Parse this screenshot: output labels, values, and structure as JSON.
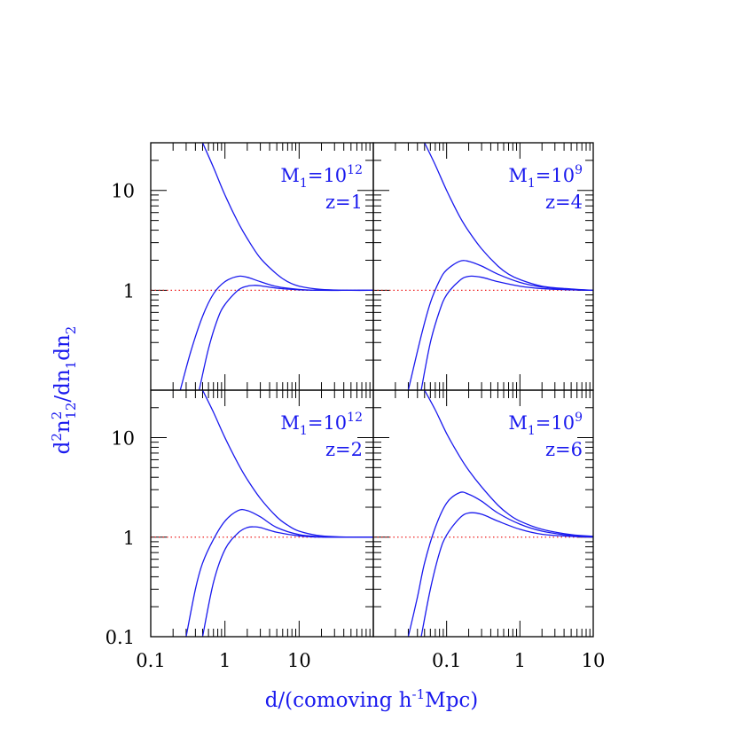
{
  "colors": {
    "curve": "#1a1aee",
    "reference_line": "#ee2222",
    "axes": "#000000",
    "background": "#ffffff"
  },
  "figure": {
    "xlabel": {
      "prefix": "d/(comoving h",
      "exponent": "-1",
      "suffix": "Mpc)"
    },
    "ylabel": {
      "d": "d",
      "sup2": "2",
      "n": "n",
      "sub12": "12",
      "sup2b": "2",
      "slash_dn": "/dn",
      "sub1": "1",
      "dn": "dn",
      "sub2": "2"
    }
  },
  "chart_data": [
    {
      "type": "line",
      "panel": "top-left",
      "annotation": {
        "m_label": "M",
        "m_sub": "1",
        "m_eq": "=10",
        "m_exp": "12",
        "z_label": "z=1"
      },
      "x_scale": "log",
      "y_scale": "log",
      "xlim": [
        0.1,
        100
      ],
      "ylim": [
        0.1,
        30
      ],
      "y_ticklabels": [
        "10",
        "1"
      ],
      "x_ticklabels": [],
      "reference_line": {
        "y": 1,
        "style": "dotted"
      },
      "series": [
        {
          "x": [
            0.5,
            0.7,
            1,
            1.5,
            2,
            3,
            5,
            7,
            10,
            20,
            50,
            100
          ],
          "y": [
            30,
            17,
            9,
            4.8,
            3.3,
            2.1,
            1.45,
            1.22,
            1.1,
            1.02,
            1.0,
            1.0
          ]
        },
        {
          "x": [
            0.25,
            0.35,
            0.5,
            0.7,
            1,
            1.5,
            2,
            3,
            5,
            10,
            20,
            50,
            100
          ],
          "y": [
            0.1,
            0.25,
            0.55,
            0.92,
            1.22,
            1.38,
            1.35,
            1.22,
            1.09,
            1.02,
            1.0,
            1.0,
            1.0
          ]
        },
        {
          "x": [
            0.45,
            0.6,
            0.8,
            1,
            1.5,
            2,
            2.5,
            3,
            5,
            10,
            20,
            50,
            100
          ],
          "y": [
            0.1,
            0.26,
            0.52,
            0.72,
            1.0,
            1.1,
            1.12,
            1.11,
            1.05,
            1.01,
            1.0,
            1.0,
            1.0
          ]
        }
      ]
    },
    {
      "type": "line",
      "panel": "top-right",
      "annotation": {
        "m_label": "M",
        "m_sub": "1",
        "m_eq": "=10",
        "m_exp": "9",
        "z_label": "z=4"
      },
      "x_scale": "log",
      "y_scale": "log",
      "xlim": [
        0.01,
        10
      ],
      "ylim": [
        0.1,
        30
      ],
      "y_ticklabels": [],
      "x_ticklabels": [],
      "reference_line": {
        "y": 1,
        "style": "dotted"
      },
      "series": [
        {
          "x": [
            0.05,
            0.07,
            0.1,
            0.15,
            0.2,
            0.3,
            0.5,
            0.7,
            1,
            2,
            5,
            10
          ],
          "y": [
            30,
            18,
            10,
            5.5,
            3.9,
            2.6,
            1.75,
            1.45,
            1.28,
            1.1,
            1.03,
            1.0
          ]
        },
        {
          "x": [
            0.03,
            0.045,
            0.06,
            0.08,
            0.1,
            0.15,
            0.2,
            0.3,
            0.5,
            1,
            2,
            5,
            10
          ],
          "y": [
            0.1,
            0.35,
            0.75,
            1.25,
            1.6,
            1.95,
            1.95,
            1.75,
            1.45,
            1.2,
            1.08,
            1.02,
            1.0
          ]
        },
        {
          "x": [
            0.045,
            0.06,
            0.08,
            0.1,
            0.15,
            0.2,
            0.3,
            0.5,
            1,
            2,
            5,
            10
          ],
          "y": [
            0.1,
            0.3,
            0.62,
            0.9,
            1.25,
            1.38,
            1.35,
            1.22,
            1.1,
            1.04,
            1.01,
            1.0
          ]
        }
      ]
    },
    {
      "type": "line",
      "panel": "bottom-left",
      "annotation": {
        "m_label": "M",
        "m_sub": "1",
        "m_eq": "=10",
        "m_exp": "12",
        "z_label": "z=2"
      },
      "x_scale": "log",
      "y_scale": "log",
      "xlim": [
        0.1,
        100
      ],
      "ylim": [
        0.1,
        30
      ],
      "y_ticklabels": [
        "10",
        "1",
        "0.1"
      ],
      "x_ticklabels": [
        "0.1",
        "1",
        "10"
      ],
      "reference_line": {
        "y": 1,
        "style": "dotted"
      },
      "series": [
        {
          "x": [
            0.5,
            0.7,
            1,
            1.5,
            2,
            3,
            5,
            7,
            10,
            20,
            50,
            100
          ],
          "y": [
            30,
            18,
            10,
            5.5,
            3.8,
            2.45,
            1.6,
            1.32,
            1.15,
            1.03,
            1.0,
            1.0
          ]
        },
        {
          "x": [
            0.3,
            0.4,
            0.5,
            0.7,
            1,
            1.5,
            2,
            3,
            5,
            10,
            20,
            50,
            100
          ],
          "y": [
            0.1,
            0.3,
            0.55,
            0.95,
            1.45,
            1.85,
            1.85,
            1.6,
            1.25,
            1.06,
            1.01,
            1.0,
            1.0
          ]
        },
        {
          "x": [
            0.5,
            0.7,
            1,
            1.5,
            2,
            2.5,
            3,
            5,
            10,
            20,
            50,
            100
          ],
          "y": [
            0.1,
            0.35,
            0.75,
            1.1,
            1.25,
            1.27,
            1.25,
            1.12,
            1.03,
            1.0,
            1.0,
            1.0
          ]
        }
      ]
    },
    {
      "type": "line",
      "panel": "bottom-right",
      "annotation": {
        "m_label": "M",
        "m_sub": "1",
        "m_eq": "=10",
        "m_exp": "9",
        "z_label": "z=6"
      },
      "x_scale": "log",
      "y_scale": "log",
      "xlim": [
        0.01,
        10
      ],
      "ylim": [
        0.1,
        30
      ],
      "y_ticklabels": [],
      "x_ticklabels": [
        "0.1",
        "1",
        "10"
      ],
      "reference_line": {
        "y": 1,
        "style": "dotted"
      },
      "series": [
        {
          "x": [
            0.05,
            0.07,
            0.1,
            0.15,
            0.2,
            0.3,
            0.5,
            0.7,
            1,
            2,
            5,
            10
          ],
          "y": [
            30,
            19,
            11,
            6.5,
            4.7,
            3.2,
            2.1,
            1.7,
            1.45,
            1.2,
            1.06,
            1.02
          ]
        },
        {
          "x": [
            0.03,
            0.04,
            0.05,
            0.07,
            0.1,
            0.15,
            0.2,
            0.3,
            0.5,
            1,
            2,
            5,
            10
          ],
          "y": [
            0.1,
            0.25,
            0.55,
            1.25,
            2.2,
            2.8,
            2.7,
            2.3,
            1.75,
            1.35,
            1.15,
            1.04,
            1.01
          ]
        },
        {
          "x": [
            0.045,
            0.06,
            0.08,
            0.1,
            0.15,
            0.2,
            0.3,
            0.5,
            1,
            2,
            5,
            10
          ],
          "y": [
            0.1,
            0.3,
            0.7,
            1.05,
            1.55,
            1.75,
            1.7,
            1.45,
            1.2,
            1.07,
            1.02,
            1.0
          ]
        }
      ]
    }
  ]
}
